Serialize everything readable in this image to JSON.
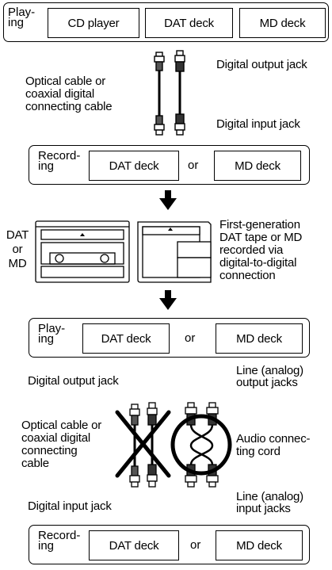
{
  "top_row": {
    "role": [
      "Play-",
      "ing"
    ],
    "devices": [
      "CD player",
      "DAT deck",
      "MD deck"
    ]
  },
  "cable1": {
    "left_label": [
      "Optical cable or",
      "coaxial digital",
      "connecting cable"
    ],
    "output_label": "Digital output jack",
    "input_label": "Digital input jack"
  },
  "record_row1": {
    "role": [
      "Record-",
      "ing"
    ],
    "left": "DAT deck",
    "or": "or",
    "right": "MD deck"
  },
  "media": {
    "left_label": [
      "DAT",
      "or",
      "MD"
    ],
    "right_label": [
      "First-generation",
      "DAT tape or MD",
      "recorded via",
      "digital-to-digital",
      "connection"
    ]
  },
  "play_row2": {
    "role": [
      "Play-",
      "ing"
    ],
    "left": "DAT deck",
    "or": "or",
    "right": "MD deck"
  },
  "cable2": {
    "digital_output": "Digital output jack",
    "line_output": [
      "Line (analog)",
      "output jacks"
    ],
    "left_label": [
      "Optical cable or",
      "coaxial digital",
      "connecting",
      "cable"
    ],
    "audio_cord": [
      "Audio connec-",
      "ting cord"
    ],
    "digital_input": "Digital input jack",
    "line_input": [
      "Line (analog)",
      "input jacks"
    ]
  },
  "record_row2": {
    "role": [
      "Record-",
      "ing"
    ],
    "left": "DAT deck",
    "or": "or",
    "right": "MD deck"
  }
}
